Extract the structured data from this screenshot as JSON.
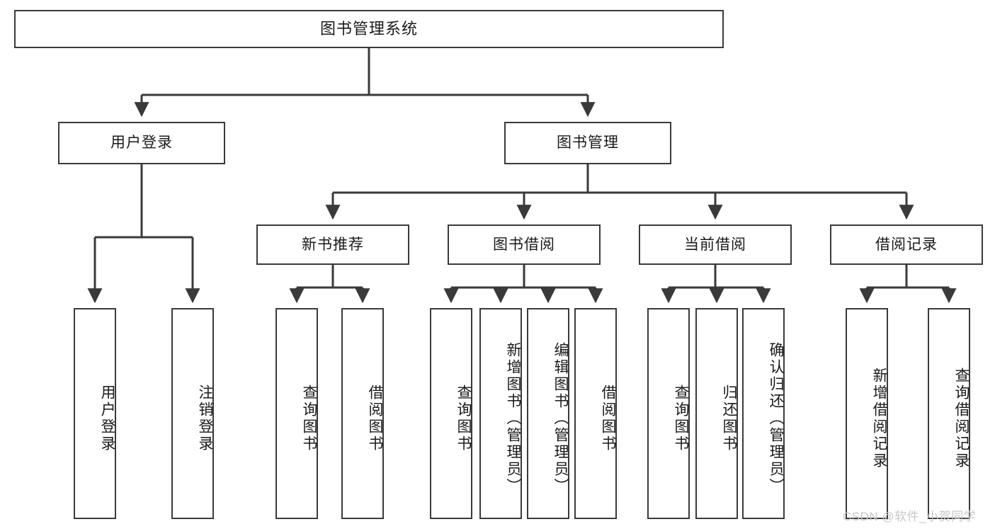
{
  "diagram": {
    "title": "图书管理系统",
    "type": "hierarchy-tree",
    "watermark": "CSDN @软件_小贺同学",
    "colors": {
      "stroke": "#3a3a3a",
      "fill": "#ffffff",
      "text": "#1a1a1a",
      "watermark": "#c8c8c8"
    },
    "nodes": {
      "root": {
        "label": "图书管理系统",
        "level": 1
      },
      "level2": [
        {
          "id": "user-login",
          "label": "用户登录"
        },
        {
          "id": "book-manage",
          "label": "图书管理"
        }
      ],
      "level3": [
        {
          "id": "new-book-recommend",
          "label": "新书推荐",
          "parent": "book-manage"
        },
        {
          "id": "book-borrow",
          "label": "图书借阅",
          "parent": "book-manage"
        },
        {
          "id": "current-borrow",
          "label": "当前借阅",
          "parent": "book-manage"
        },
        {
          "id": "borrow-record",
          "label": "借阅记录",
          "parent": "book-manage"
        }
      ],
      "leaves": [
        {
          "id": "leaf-user-login",
          "label": "用户登录",
          "parent": "user-login"
        },
        {
          "id": "leaf-logout",
          "label": "注销登录",
          "parent": "user-login"
        },
        {
          "id": "leaf-query-book-1",
          "label": "查询图书",
          "parent": "new-book-recommend"
        },
        {
          "id": "leaf-borrow-book-1",
          "label": "借阅图书",
          "parent": "new-book-recommend"
        },
        {
          "id": "leaf-query-book-2",
          "label": "查询图书",
          "parent": "book-borrow"
        },
        {
          "id": "leaf-add-book",
          "label": "新增图书（管理员）",
          "parent": "book-borrow"
        },
        {
          "id": "leaf-edit-book",
          "label": "编辑图书（管理员）",
          "parent": "book-borrow"
        },
        {
          "id": "leaf-borrow-book-2",
          "label": "借阅图书",
          "parent": "book-borrow"
        },
        {
          "id": "leaf-query-book-3",
          "label": "查询图书",
          "parent": "current-borrow"
        },
        {
          "id": "leaf-return-book",
          "label": "归还图书",
          "parent": "current-borrow"
        },
        {
          "id": "leaf-confirm-return",
          "label": "确认归还（管理员）",
          "parent": "current-borrow"
        },
        {
          "id": "leaf-add-record",
          "label": "新增借阅记录",
          "parent": "borrow-record"
        },
        {
          "id": "leaf-query-record",
          "label": "查询借阅记录",
          "parent": "borrow-record"
        }
      ]
    }
  }
}
